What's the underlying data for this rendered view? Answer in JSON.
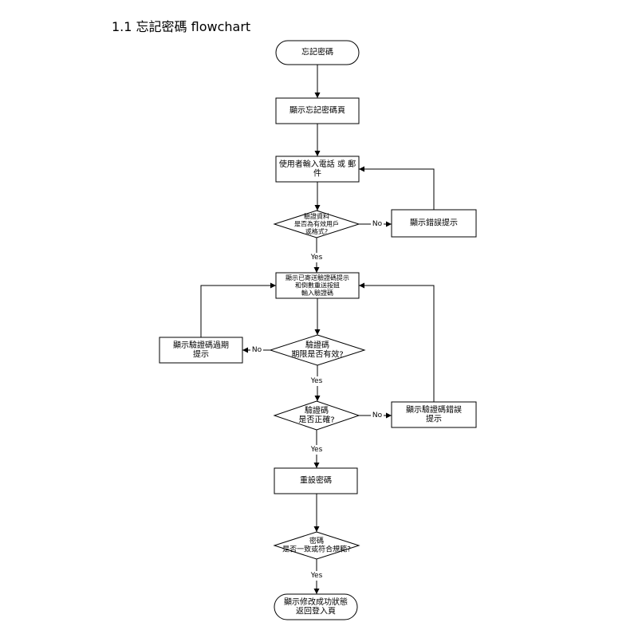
{
  "page": {
    "title": "1.1 忘記密碼 flowchart"
  },
  "nodes": {
    "start": {
      "lines": [
        "忘記密碼"
      ]
    },
    "show_page": {
      "lines": [
        "顯示忘記密碼頁"
      ]
    },
    "input_contact": {
      "lines": [
        "使用者輸入電話 或 郵",
        "件"
      ]
    },
    "validate_data": {
      "lines": [
        "驗證資料",
        "是否為有效用戶",
        "或格式?"
      ]
    },
    "show_error": {
      "lines": [
        "顯示錯誤提示"
      ]
    },
    "show_sent": {
      "lines": [
        "顯示已寄送驗證碼提示",
        "和倒數重送按鈕",
        "輸入驗證碼"
      ]
    },
    "code_valid_period": {
      "lines": [
        "驗證碼",
        "期限是否有效?"
      ]
    },
    "show_expired": {
      "lines": [
        "顯示驗證碼過期",
        "提示"
      ]
    },
    "code_correct": {
      "lines": [
        "驗證碼",
        "是否正確?"
      ]
    },
    "show_code_error": {
      "lines": [
        "顯示驗證碼錯誤",
        "提示"
      ]
    },
    "reset_password": {
      "lines": [
        "重設密碼"
      ]
    },
    "password_match": {
      "lines": [
        "密碼",
        "是否一致或符合規範?"
      ]
    },
    "success": {
      "lines": [
        "顯示修改成功狀態",
        "返回登入頁"
      ]
    }
  },
  "edge_labels": {
    "no_validate": "No",
    "yes_validate": "Yes",
    "no_period": "No",
    "yes_period": "Yes",
    "no_correct": "No",
    "yes_correct": "Yes",
    "yes_match": "Yes"
  }
}
